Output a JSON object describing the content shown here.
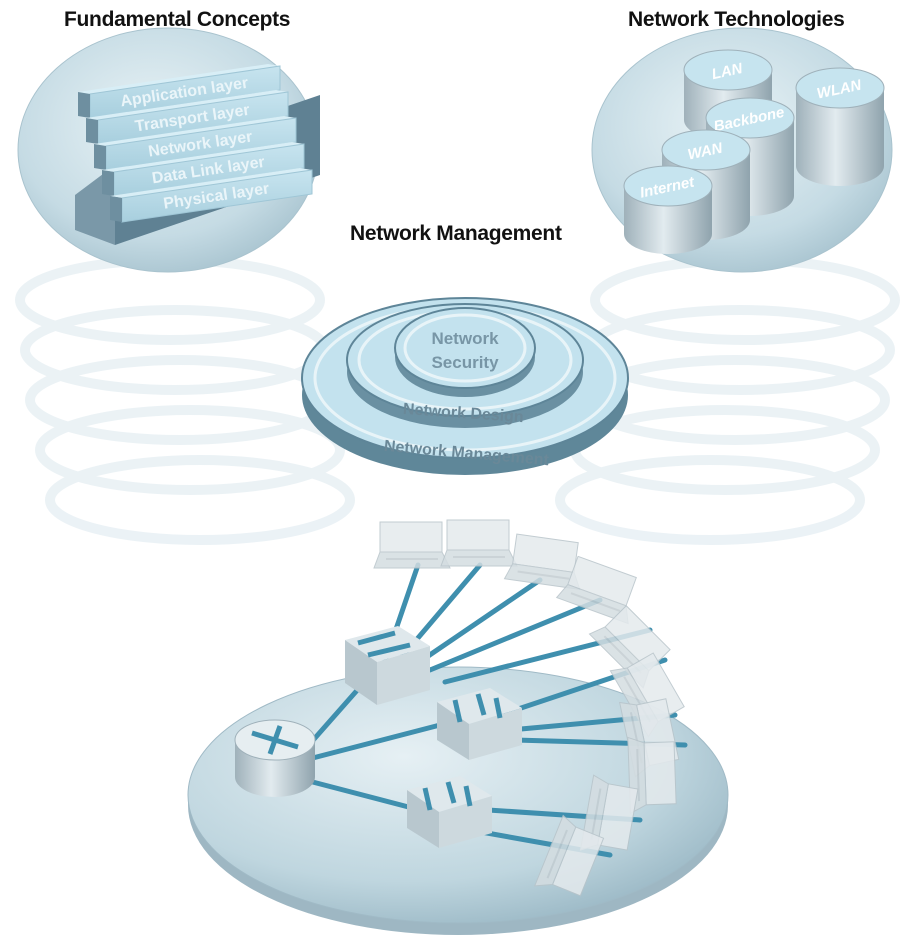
{
  "titles": {
    "fundamental": "Fundamental Concepts",
    "technologies": "Network Technologies",
    "management": "Network Management"
  },
  "layers": [
    "Application layer",
    "Transport layer",
    "Network layer",
    "Data Link layer",
    "Physical layer"
  ],
  "technologies": [
    "LAN",
    "WLAN",
    "Backbone",
    "WAN",
    "Internet"
  ],
  "rings": {
    "inner_line1": "Network",
    "inner_line2": "Security",
    "middle": "Network Design",
    "outer": "Network Management"
  },
  "colors": {
    "sphere": "#c7dde6",
    "sphere_dark": "#a9c6d3",
    "block_face": "#b9dbe9",
    "block_side": "#6e8fa0",
    "label_text": "#e8f3f8",
    "ring_fill": "#bfe0ec",
    "ring_edge": "#5e8598",
    "ring_text": "#6a8898",
    "link": "#3f8fae",
    "cylinder": "#b8c8d0",
    "cylinder_top": "#c6e4ef"
  }
}
